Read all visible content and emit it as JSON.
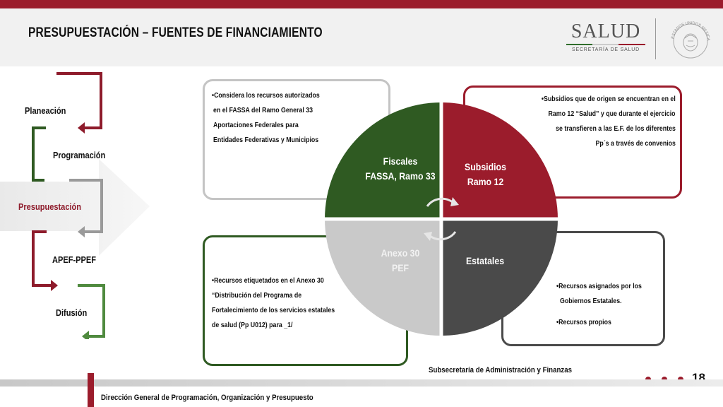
{
  "header": {
    "title": "PRESUPUESTACIÓN – FUENTES DE FINANCIAMIENTO",
    "logo_word": "SALUD",
    "logo_subtitle": "SECRETARÍA DE SALUD",
    "seal_text": "ESTADOS UNIDOS MEXICANOS"
  },
  "process": {
    "steps": [
      {
        "label": "Planeación"
      },
      {
        "label": "Programación"
      },
      {
        "label": "Presupuestación"
      },
      {
        "label": "APEF-PPEF"
      },
      {
        "label": "Difusión"
      }
    ],
    "active_step": "Presupuestación"
  },
  "quadrants": {
    "fiscales": {
      "title": "Fiscales",
      "subtitle": "FASSA, Ramo 33",
      "color": "#2f5a22"
    },
    "subsidios": {
      "title": "Subsidios",
      "subtitle": "Ramo 12",
      "color": "#9b1c2c"
    },
    "anexo": {
      "title": "Anexo 30",
      "subtitle": "PEF",
      "color": "#c9c9c9"
    },
    "estatales": {
      "title": "Estatales",
      "subtitle": "",
      "color": "#4a4a4a"
    }
  },
  "boxes": {
    "fiscales_lines": [
      "•Considera los recursos autorizados",
      "en el FASSA del Ramo General 33",
      "Aportaciones Federales para",
      "Entidades Federativas y Municipios"
    ],
    "subsidios_lines": [
      "•Subsidios que de origen se encuentran en el",
      "Ramo 12 “Salud” y que durante el ejercicio",
      "se transfieren a las E.F.  de los diferentes",
      "Pp´s  a través de convenios"
    ],
    "anexo_lines": [
      "•Recursos etiquetados en el Anexo 30",
      "“Distribución del Programa de",
      "Fortalecimiento de los servicios estatales",
      "de salud (Pp U012) para _1/"
    ],
    "estatales_lines": [
      "•Recursos asignados por los",
      "Gobiernos Estatales.",
      "•Recursos propios"
    ]
  },
  "footer": {
    "subsecretaria": "Subsecretaría de Administración y Finanzas",
    "direccion": "Dirección General de Programación, Organización y Presupuesto",
    "page_number": "18"
  },
  "colors": {
    "accent_red": "#9b1c2c",
    "accent_green": "#2f5a22",
    "light_green": "#4f8a3e",
    "gray": "#c9c9c9",
    "dark_gray": "#4a4a4a"
  }
}
